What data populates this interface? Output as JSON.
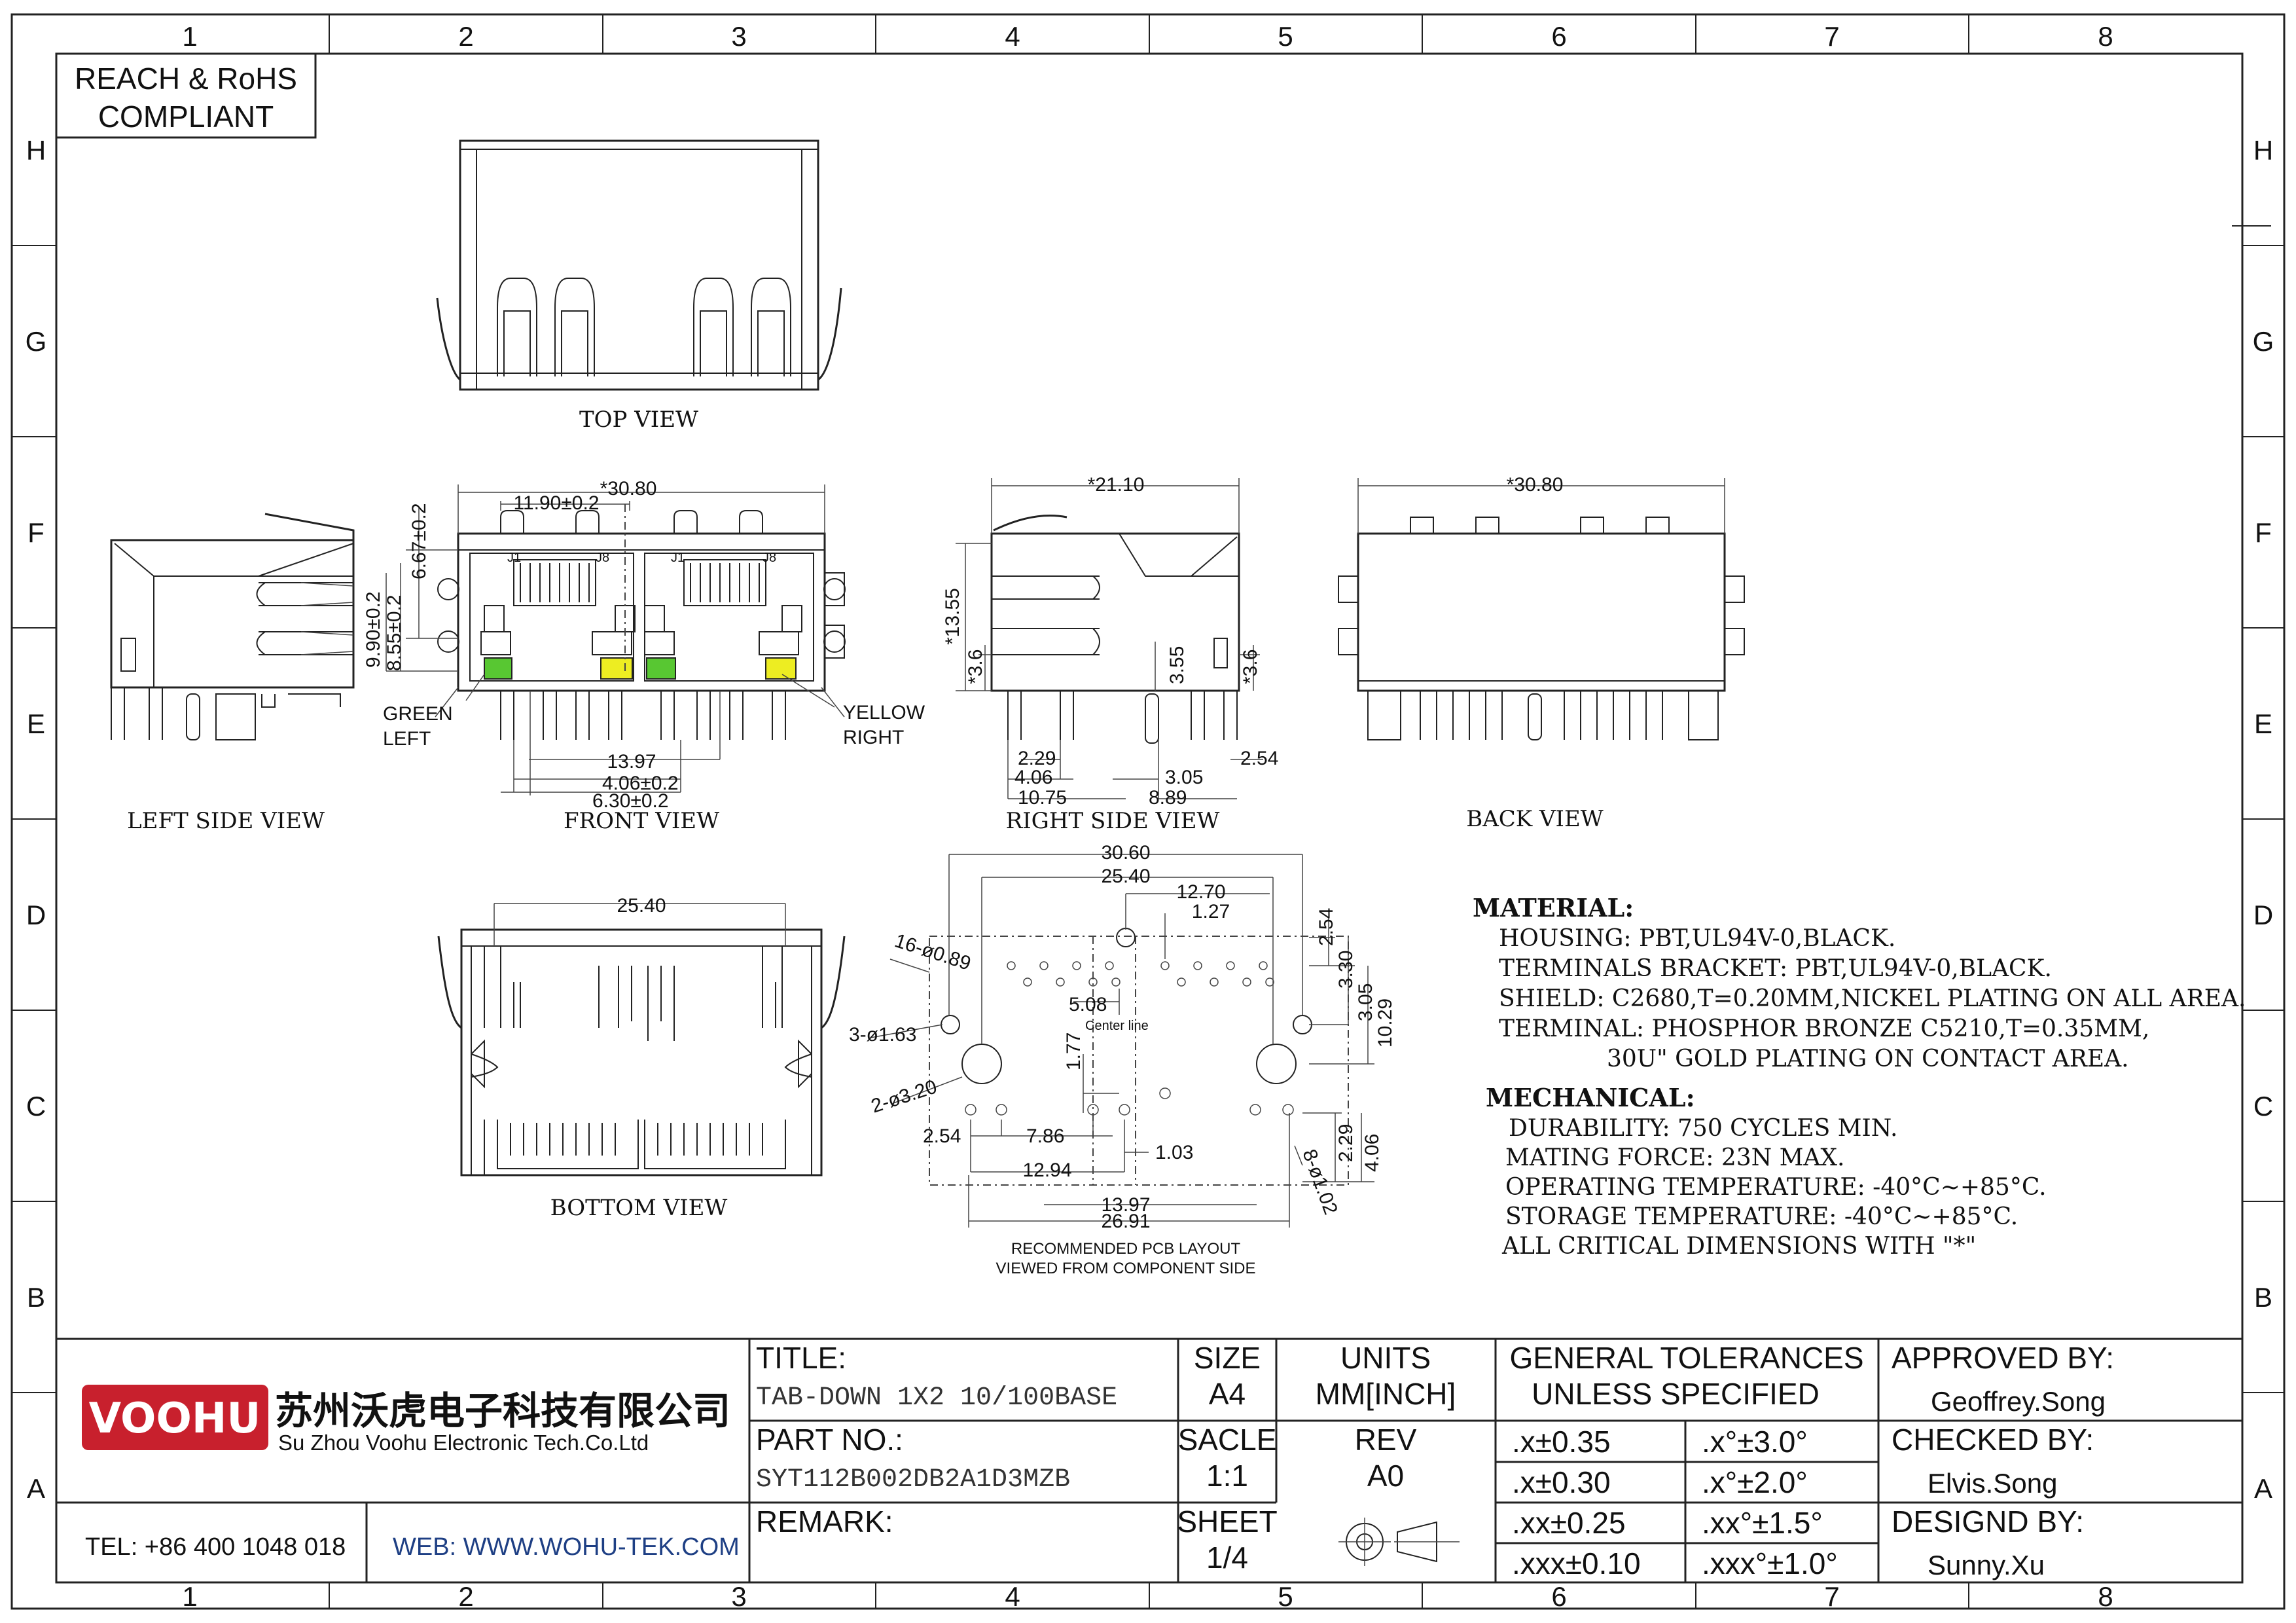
{
  "zones": {
    "columns": [
      "1",
      "2",
      "3",
      "4",
      "5",
      "6",
      "7",
      "8"
    ],
    "rows": [
      "H",
      "G",
      "F",
      "E",
      "D",
      "C",
      "B",
      "A"
    ]
  },
  "compliance": {
    "line1": "REACH & RoHS",
    "line2": "COMPLIANT"
  },
  "views": {
    "top": "TOP VIEW",
    "left": "LEFT SIDE VIEW",
    "front": "FRONT VIEW",
    "right": "RIGHT SIDE VIEW",
    "back": "BACK VIEW",
    "bottom": "BOTTOM VIEW",
    "pcb_line1": "RECOMMENDED PCB LAYOUT",
    "pcb_line2": "VIEWED FROM COMPONENT SIDE"
  },
  "led_labels": {
    "green": "GREEN",
    "left": "LEFT",
    "yellow": "YELLOW",
    "right": "RIGHT",
    "center_line": "Center line"
  },
  "dims": {
    "front_width": "*30.80",
    "front_11_90": "11.90±0.2",
    "front_6_67": "6.67±0.2",
    "front_9_90": "9.90±0.2",
    "front_8_55": "8.55±0.2",
    "front_13_97": "13.97",
    "front_4_06": "4.06±0.2",
    "front_6_30": "6.30±0.2",
    "port_j1": "J1",
    "port_j8": "J8",
    "right_21_10": "*21.10",
    "right_13_55": "*13.55",
    "right_3_6": "*3.6",
    "right_3_55": "3.55",
    "right_3_6b": "*3.6",
    "right_2_29": "2.29",
    "right_4_06": "4.06",
    "right_3_05": "3.05",
    "right_2_54": "2.54",
    "right_10_75": "10.75",
    "right_8_89": "8.89",
    "back_30_80": "*30.80",
    "bottom_25_40": "25.40",
    "pcb_30_60": "30.60",
    "pcb_25_40": "25.40",
    "pcb_12_70": "12.70",
    "pcb_1_27": "1.27",
    "pcb_2_54": "2.54",
    "pcb_3_30": "3.30",
    "pcb_3_05": "3.05",
    "pcb_10_29": "10.29",
    "pcb_16_089": "16-ø0.89",
    "pcb_3_163": "3-ø1.63",
    "pcb_2_320": "2-ø3.20",
    "pcb_5_08": "5.08",
    "pcb_1_77": "1.77",
    "pcb_2_54b": "2.54",
    "pcb_7_86": "7.86",
    "pcb_1_03": "1.03",
    "pcb_12_94": "12.94",
    "pcb_13_97": "13.97",
    "pcb_26_91": "26.91",
    "pcb_8_102": "8-ø1.02",
    "pcb_2_29": "2.29",
    "pcb_4_06": "4.06"
  },
  "spec": {
    "material_title": "MATERIAL:",
    "material": [
      "HOUSING: PBT,UL94V-0,BLACK.",
      "TERMINALS BRACKET: PBT,UL94V-0,BLACK.",
      "SHIELD: C2680,T=0.20MM,NICKEL PLATING ON ALL AREA.",
      "TERMINAL: PHOSPHOR BRONZE C5210,T=0.35MM,",
      "30U\" GOLD PLATING ON CONTACT AREA."
    ],
    "mechanical_title": "MECHANICAL:",
    "mechanical": [
      "DURABILITY: 750 CYCLES MIN.",
      "MATING FORCE: 23N MAX.",
      "OPERATING TEMPERATURE: -40°C~+85°C.",
      "STORAGE TEMPERATURE: -40°C~+85°C.",
      "ALL CRITICAL DIMENSIONS WITH \"*\""
    ]
  },
  "company": {
    "logo": "VOOHU",
    "name_cn": "苏州沃虎电子科技有限公司",
    "name_en": "Su Zhou Voohu Electronic Tech.Co.Ltd",
    "tel": "TEL: +86 400 1048 018",
    "web": "WEB: WWW.WOHU-TEK.COM"
  },
  "title_block": {
    "title_label": "TITLE:",
    "title_value": "TAB-DOWN 1X2 10/100BASE",
    "part_label": "PART NO.:",
    "part_value": "SYT112B002DB2A1D3MZB",
    "remark_label": "REMARK:",
    "size_label": "SIZE",
    "size_value": "A4",
    "units_label": "UNITS",
    "units_value": "MM[INCH]",
    "scale_label": "SACLE",
    "scale_value": "1:1",
    "rev_label": "REV",
    "rev_value": "A0",
    "sheet_label": "SHEET",
    "sheet_value": "1/4",
    "tol_label1": "GENERAL TOLERANCES",
    "tol_label2": "UNLESS SPECIFIED",
    "tolerances": [
      [
        ".x±0.35",
        ".x°±3.0°"
      ],
      [
        ".x±0.30",
        ".x°±2.0°"
      ],
      [
        ".xx±0.25",
        ".xx°±1.5°"
      ],
      [
        ".xxx±0.10",
        ".xxx°±1.0°"
      ]
    ],
    "approved_label": "APPROVED BY:",
    "approved_value": "Geoffrey.Song",
    "checked_label": "CHECKED BY:",
    "checked_value": "Elvis.Song",
    "designed_label": "DESIGND BY:",
    "designed_value": "Sunny.Xu"
  }
}
